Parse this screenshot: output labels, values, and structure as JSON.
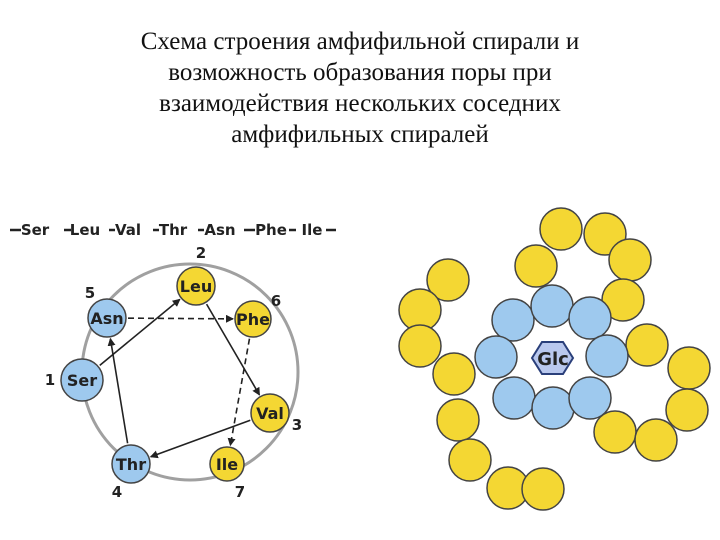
{
  "title_lines": [
    "Схема строения амфифильной спирали и",
    "возможность образования поры при",
    "взаимодействия нескольких соседних",
    "амфифильных спиралей"
  ],
  "sequence": {
    "residues": [
      "Ser",
      "Leu",
      "Val",
      "Thr",
      "Asn",
      "Phe",
      "Ile"
    ]
  },
  "helical_wheel": {
    "residues": [
      {
        "id": "ser",
        "label": "Ser",
        "number": "1",
        "type": "hydrophilic"
      },
      {
        "id": "leu",
        "label": "Leu",
        "number": "2",
        "type": "hydrophobic"
      },
      {
        "id": "val",
        "label": "Val",
        "number": "3",
        "type": "hydrophobic"
      },
      {
        "id": "thr",
        "label": "Thr",
        "number": "4",
        "type": "hydrophilic"
      },
      {
        "id": "asn",
        "label": "Asn",
        "number": "5",
        "type": "hydrophilic"
      },
      {
        "id": "phe",
        "label": "Phe",
        "number": "6",
        "type": "hydrophobic"
      },
      {
        "id": "ile",
        "label": "Ile",
        "number": "7",
        "type": "hydrophobic"
      }
    ],
    "arrows": [
      {
        "from": "ser",
        "to": "leu",
        "style": "solid"
      },
      {
        "from": "leu",
        "to": "val",
        "style": "solid"
      },
      {
        "from": "val",
        "to": "thr",
        "style": "solid"
      },
      {
        "from": "thr",
        "to": "asn",
        "style": "solid"
      },
      {
        "from": "asn",
        "to": "phe",
        "style": "dashed"
      },
      {
        "from": "phe",
        "to": "ile",
        "style": "dashed"
      }
    ]
  },
  "pore": {
    "center_label": "Glc"
  },
  "colors": {
    "hydrophobic": "#F4D733",
    "hydrophilic": "#9EC9EE",
    "outline": "#444444",
    "wheel_ring": "#A0A0A0",
    "glc_fill": "#B9C8EE",
    "glc_stroke": "#2A3F7A"
  }
}
